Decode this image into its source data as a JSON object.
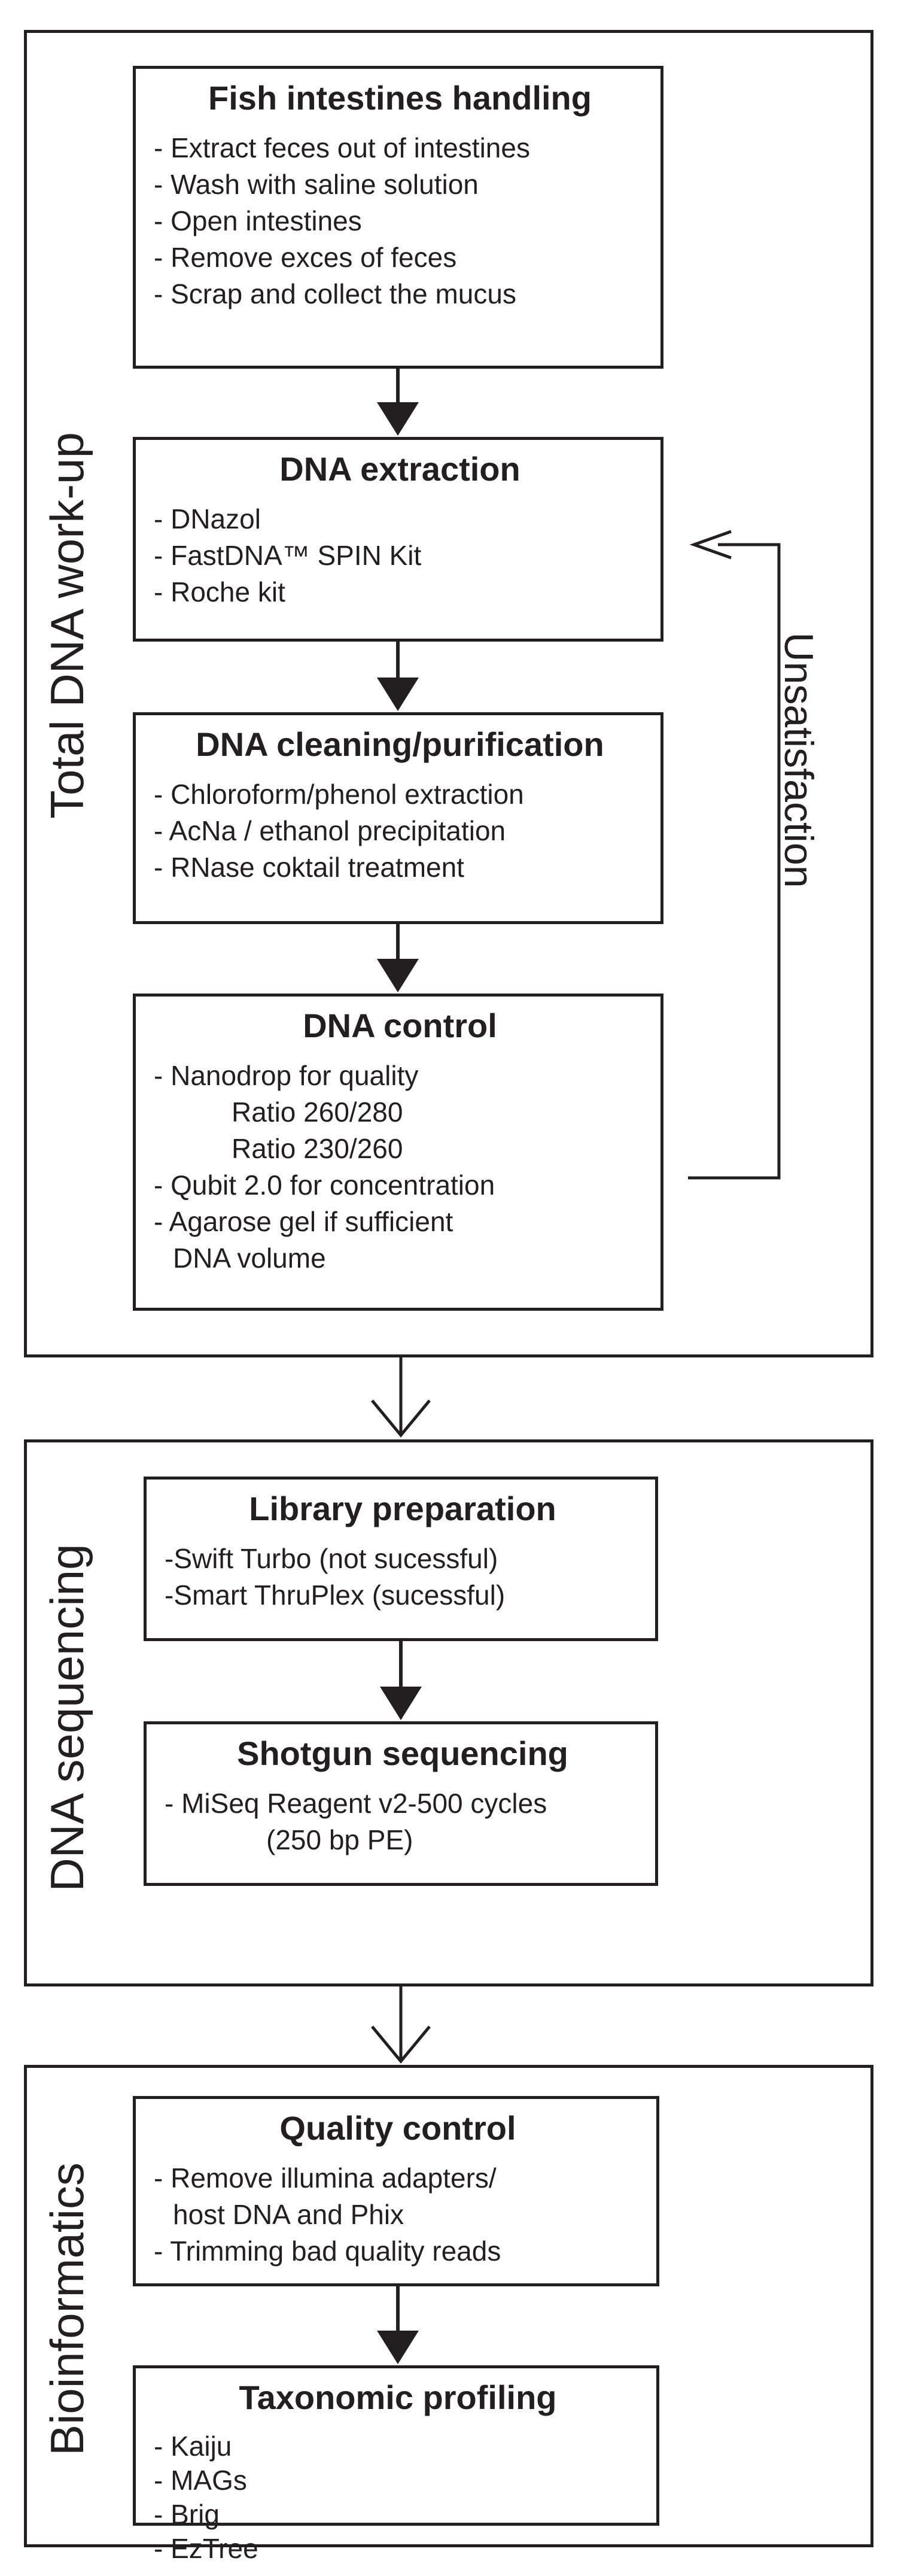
{
  "sections": [
    {
      "label": "Total DNA work-up",
      "steps": [
        {
          "title": "Fish intestines handling",
          "items": [
            "- Extract feces out of intestines",
            "- Wash with saline solution",
            "- Open intestines",
            "- Remove exces of feces",
            "- Scrap and collect the mucus"
          ]
        },
        {
          "title": "DNA extraction",
          "items": [
            "- DNazol",
            "- FastDNA™ SPIN Kit",
            "- Roche kit"
          ]
        },
        {
          "title": "DNA cleaning/purification",
          "items": [
            "- Chloroform/phenol extraction",
            "- AcNa / ethanol precipitation",
            "- RNase coktail treatment"
          ]
        },
        {
          "title": "DNA control",
          "items": [
            "- Nanodrop for quality",
            "Ratio   260/280",
            "Ratio   230/260",
            "- Qubit 2.0 for concentration",
            "- Agarose gel if sufficient",
            "DNA volume"
          ]
        }
      ]
    },
    {
      "label": "DNA sequencing",
      "steps": [
        {
          "title": "Library preparation",
          "items": [
            "-Swift Turbo (not sucessful)",
            "-Smart ThruPlex (sucessful)"
          ]
        },
        {
          "title": "Shotgun sequencing",
          "items": [
            "- MiSeq Reagent v2-500 cycles",
            "(250 bp PE)"
          ]
        }
      ]
    },
    {
      "label": "Bioinformatics",
      "steps": [
        {
          "title": "Quality control",
          "items": [
            "- Remove illumina adapters/",
            "host DNA and Phix",
            "- Trimming bad quality reads"
          ]
        },
        {
          "title": "Taxonomic profiling",
          "items": [
            "- Kaiju",
            "- MAGs",
            "- Brig",
            "- EzTree"
          ]
        }
      ]
    }
  ],
  "feedback_label": "Unsatisfaction"
}
